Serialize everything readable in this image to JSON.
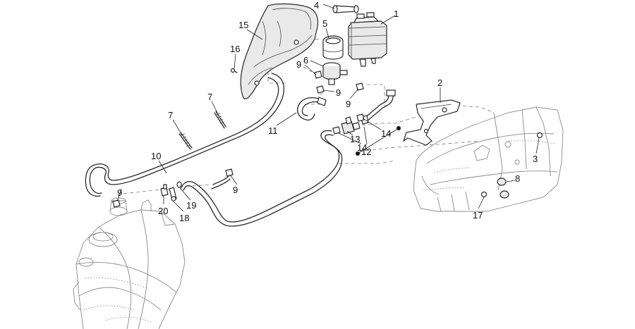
{
  "diagram": {
    "callouts": [
      {
        "id": "c1",
        "label": "1"
      },
      {
        "id": "c2",
        "label": "2"
      },
      {
        "id": "c3",
        "label": "3"
      },
      {
        "id": "c4",
        "label": "4"
      },
      {
        "id": "c5",
        "label": "5"
      },
      {
        "id": "c6",
        "label": "6"
      },
      {
        "id": "c7a",
        "label": "7"
      },
      {
        "id": "c7b",
        "label": "7"
      },
      {
        "id": "c8",
        "label": "8"
      },
      {
        "id": "c9a",
        "label": "9"
      },
      {
        "id": "c9b",
        "label": "9"
      },
      {
        "id": "c9c",
        "label": "9"
      },
      {
        "id": "c9d",
        "label": "9"
      },
      {
        "id": "c9e",
        "label": "9"
      },
      {
        "id": "c10",
        "label": "10"
      },
      {
        "id": "c11",
        "label": "11"
      },
      {
        "id": "c12",
        "label": "12"
      },
      {
        "id": "c13",
        "label": "13"
      },
      {
        "id": "c14a",
        "label": "14"
      },
      {
        "id": "c14b",
        "label": "14"
      },
      {
        "id": "c15",
        "label": "15"
      },
      {
        "id": "c16",
        "label": "16"
      },
      {
        "id": "c17",
        "label": "17"
      },
      {
        "id": "c18",
        "label": "18"
      },
      {
        "id": "c19",
        "label": "19"
      },
      {
        "id": "c20",
        "label": "20"
      }
    ]
  }
}
